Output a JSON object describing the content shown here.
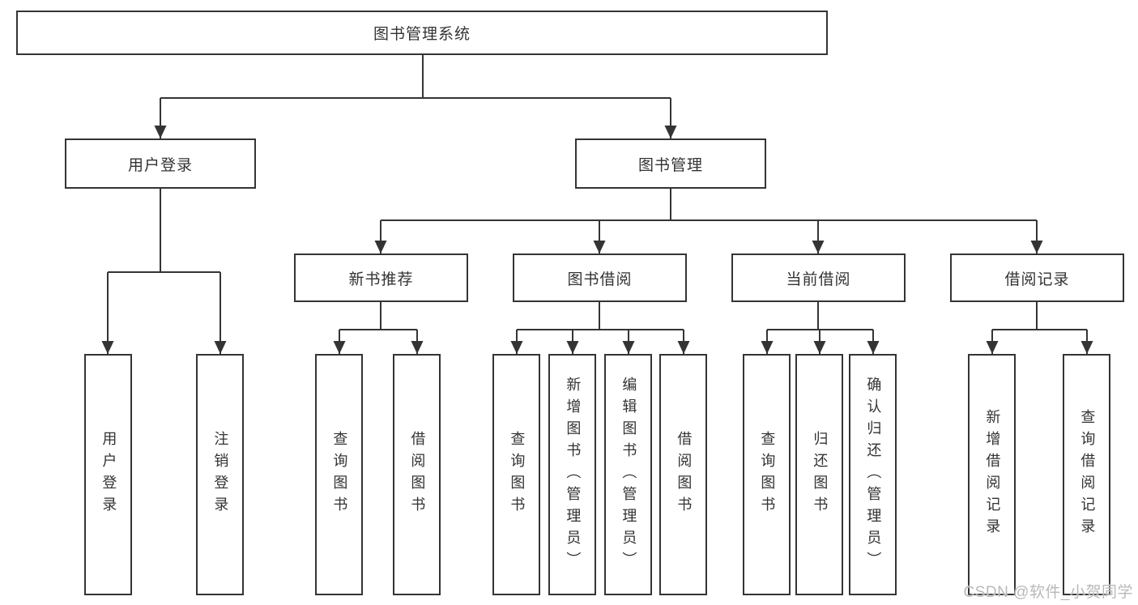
{
  "tree": {
    "root": {
      "label": "图书管理系统"
    },
    "children": [
      {
        "label": "用户登录",
        "children": [
          {
            "label": "用户登录"
          },
          {
            "label": "注销登录"
          }
        ]
      },
      {
        "label": "图书管理",
        "children": [
          {
            "label": "新书推荐",
            "children": [
              {
                "label": "查询图书"
              },
              {
                "label": "借阅图书"
              }
            ]
          },
          {
            "label": "图书借阅",
            "children": [
              {
                "label": "查询图书"
              },
              {
                "label": "新增图书（管理员）"
              },
              {
                "label": "编辑图书（管理员）"
              },
              {
                "label": "借阅图书"
              }
            ]
          },
          {
            "label": "当前借阅",
            "children": [
              {
                "label": "查询图书"
              },
              {
                "label": "归还图书"
              },
              {
                "label": "确认归还（管理员）"
              }
            ]
          },
          {
            "label": "借阅记录",
            "children": [
              {
                "label": "新增借阅记录"
              },
              {
                "label": "查询借阅记录"
              }
            ]
          }
        ]
      }
    ]
  },
  "watermark": {
    "text": "CSDN @软件_小贺同学"
  },
  "colors": {
    "line": "#343434",
    "box_border": "#343434",
    "box_background": "#ffffff",
    "text": "#333333",
    "watermark_text": "#b9b9b9"
  }
}
